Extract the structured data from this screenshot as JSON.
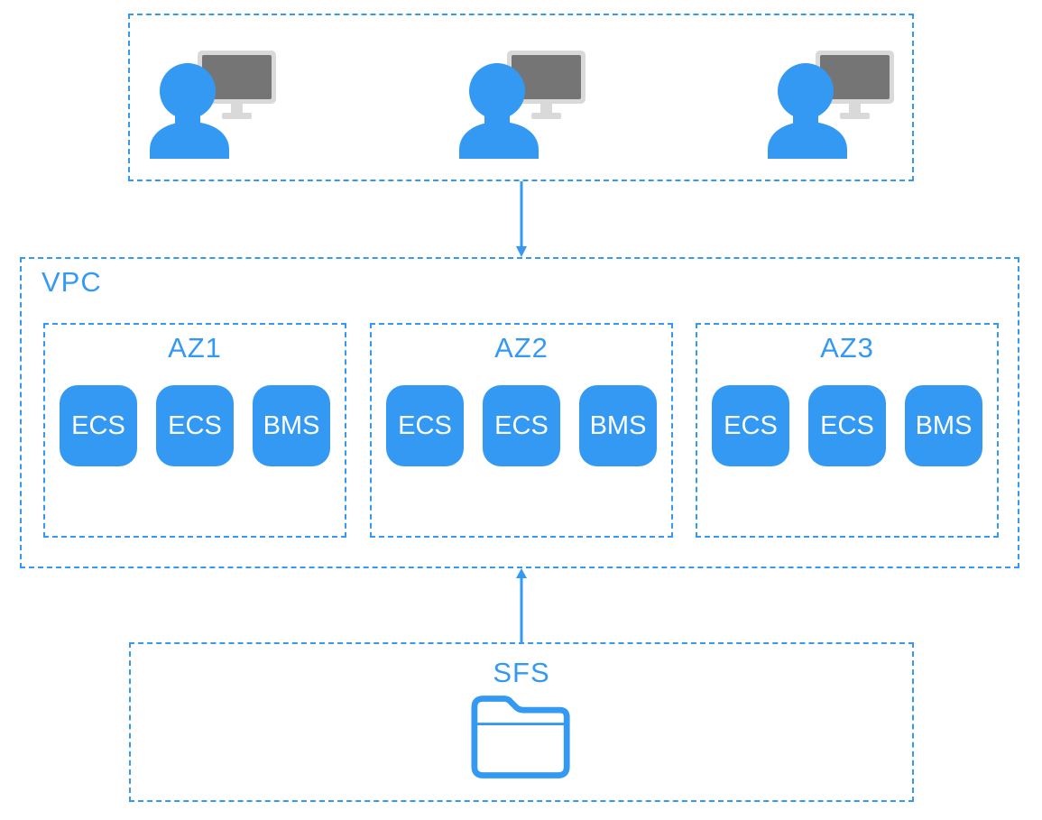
{
  "colors": {
    "accent_blue": "#3399F3",
    "node_fill": "#3399F3",
    "node_text": "#FFFFFF",
    "monitor_screen": "#757575",
    "monitor_frame": "#D9D9D9",
    "background": "#FFFFFF"
  },
  "clients": {
    "users": [
      {
        "icon": "user-workstation-icon"
      },
      {
        "icon": "user-workstation-icon"
      },
      {
        "icon": "user-workstation-icon"
      }
    ]
  },
  "vpc": {
    "label": "VPC",
    "zones": [
      {
        "label": "AZ1",
        "nodes": [
          "ECS",
          "ECS",
          "BMS"
        ]
      },
      {
        "label": "AZ2",
        "nodes": [
          "ECS",
          "ECS",
          "BMS"
        ]
      },
      {
        "label": "AZ3",
        "nodes": [
          "ECS",
          "ECS",
          "BMS"
        ]
      }
    ]
  },
  "storage": {
    "label": "SFS",
    "icon": "folder-icon"
  },
  "connections": [
    {
      "from": "clients",
      "to": "vpc",
      "direction": "down"
    },
    {
      "from": "storage",
      "to": "vpc",
      "direction": "up"
    }
  ]
}
